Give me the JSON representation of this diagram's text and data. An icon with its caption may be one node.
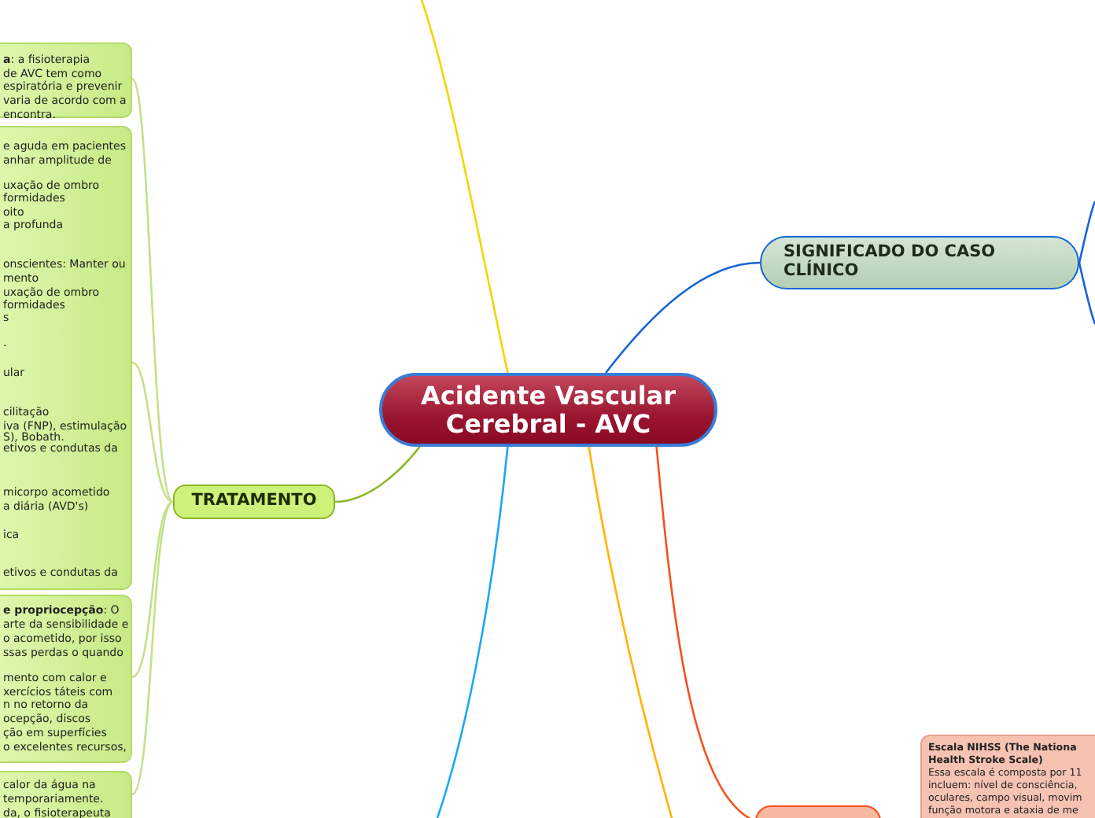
{
  "diagram": {
    "nodes": [
      {
        "text": [
          "Acidente Vascular Cerebral - AVC"
        ]
      },
      {
        "text": [
          "SIGNIFICADO DO CASO CLÍNICO"
        ]
      },
      {
        "text": [
          "TRATAMENTO"
        ]
      },
      {
        "text": [
          "**a**: a fisioterapia",
          "de AVC tem como",
          "espiratória e prevenir",
          "varia de acordo com a",
          "encontra."
        ]
      },
      {
        "text": [
          "e aguda em pacientes",
          "anhar amplitude de",
          "uxação de ombro",
          "formidades",
          "oito",
          "a profunda",
          "onscientes: Manter ou",
          "mento",
          "uxação de ombro",
          "formidades",
          "s",
          ".",
          "ular",
          "cilitação",
          "iva (FNP), estimulação",
          "S), Bobath.",
          "etivos e condutas da",
          "micorpo acometido",
          "a diária (AVD's)",
          "ica",
          "etivos e condutas da"
        ]
      },
      {
        "text": [
          "**e propriocepção**: O",
          "arte da sensibilidade e",
          "o acometido, por isso",
          "ssas perdas o quando",
          "mento com calor e",
          "xercícios táteis com",
          "n no retorno da",
          "ocepção, discos",
          "ção em superfícies",
          "o excelentes recursos,"
        ]
      },
      {
        "text": [
          "calor da água na",
          "temporariamente.",
          "da, o fisioterapeuta"
        ]
      },
      {
        "text": [],
        "shape": "box"
      },
      {
        "text": [
          "**Escala NIHSS (The Nationa**",
          "**Health Stroke Scale)**",
          "Essa escala é composta por 11",
          "incluem: nível de consciência,",
          "oculares, campo visual, movim",
          "função motora e ataxia de me"
        ]
      }
    ],
    "edges": [
      {
        "from": 0,
        "to": 1,
        "arrow": "none",
        "color": "#1565d8"
      },
      {
        "from": 0,
        "to": 2,
        "arrow": "none",
        "color": "#8ab827"
      },
      {
        "from": 0,
        "to": null,
        "arrow": "none",
        "color": "#f2d600"
      },
      {
        "from": 0,
        "to": null,
        "arrow": "none",
        "color": "#1ea7f0"
      },
      {
        "from": 0,
        "to": null,
        "arrow": "none",
        "color": "#ffb300"
      },
      {
        "from": 0,
        "to": 7,
        "arrow": "none",
        "color": "#f4511e"
      },
      {
        "from": 2,
        "to": 3,
        "arrow": "none",
        "color": "#c5e08a"
      },
      {
        "from": 2,
        "to": 4,
        "arrow": "none",
        "color": "#c5e08a"
      },
      {
        "from": 2,
        "to": 5,
        "arrow": "none",
        "color": "#c5e08a"
      },
      {
        "from": 2,
        "to": 6,
        "arrow": "none",
        "color": "#c5e08a"
      },
      {
        "from": 1,
        "to": null,
        "arrow": "none",
        "color": "#1565d8"
      },
      {
        "from": 1,
        "to": null,
        "arrow": "none",
        "color": "#1565d8"
      }
    ]
  }
}
